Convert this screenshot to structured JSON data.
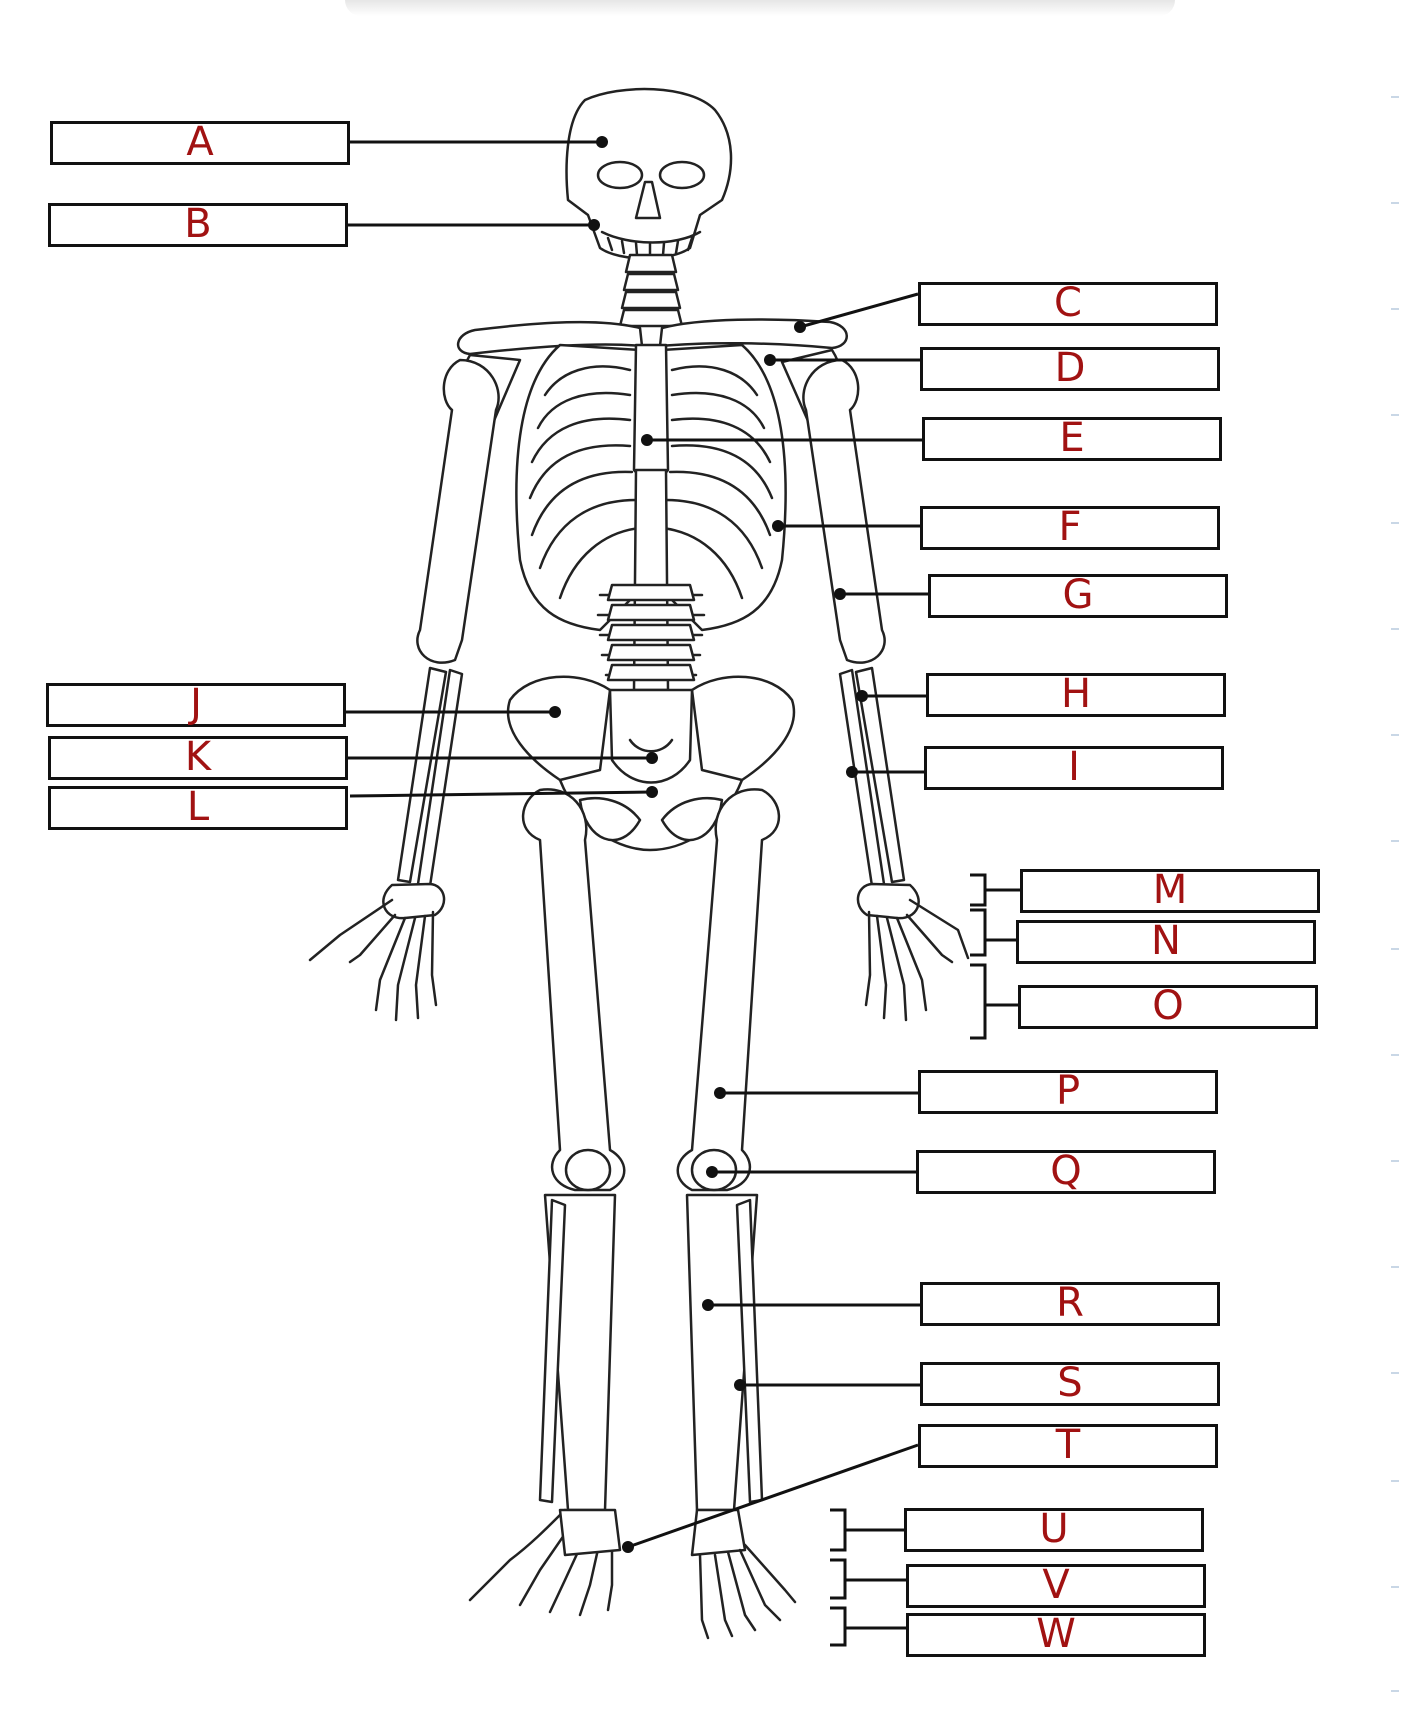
{
  "colors": {
    "label": "#a11212",
    "line": "#111111",
    "box_border": "#111111"
  },
  "labels": {
    "A": "A",
    "B": "B",
    "C": "C",
    "D": "D",
    "E": "E",
    "F": "F",
    "G": "G",
    "H": "H",
    "I": "I",
    "J": "J",
    "K": "K",
    "L": "L",
    "M": "M",
    "N": "N",
    "O": "O",
    "P": "P",
    "Q": "Q",
    "R": "R",
    "S": "S",
    "T": "T",
    "U": "U",
    "V": "V",
    "W": "W"
  }
}
